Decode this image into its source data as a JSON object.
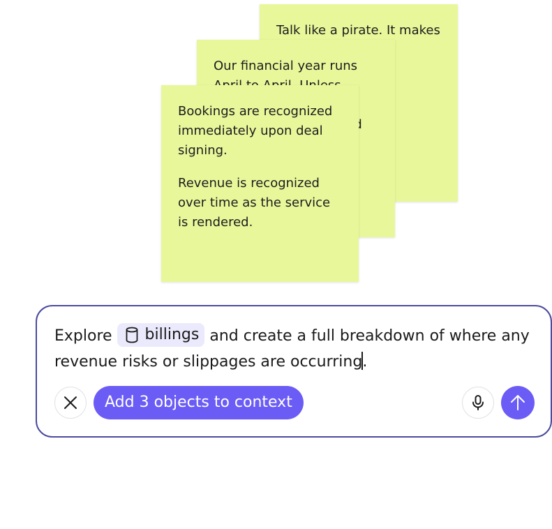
{
  "notes": [
    {
      "paragraphs": [
        "Talk like a pirate. It makes"
      ]
    },
    {
      "paragraphs": [
        "Our financial year runs April to April. Unless we're",
        "uld"
      ]
    },
    {
      "paragraphs": [
        "Bookings are recognized immediately upon deal signing.",
        "Revenue is recognized over time as the service is rendered."
      ]
    }
  ],
  "composer": {
    "prompt_before": "Explore ",
    "chip_label": "billings",
    "prompt_middle": " and create a full breakdown of where any revenue risks or slippages are occurring",
    "prompt_after": ".",
    "context_button_label": "Add 3 objects to context"
  },
  "icons": {
    "chip": "database-icon",
    "close": "close-icon",
    "mic": "microphone-icon",
    "send": "arrow-up-icon"
  },
  "colors": {
    "note_background": "#e9f79b",
    "accent": "#6b5cf6",
    "composer_border": "#4a4a9e",
    "chip_background": "#ebeafc"
  }
}
